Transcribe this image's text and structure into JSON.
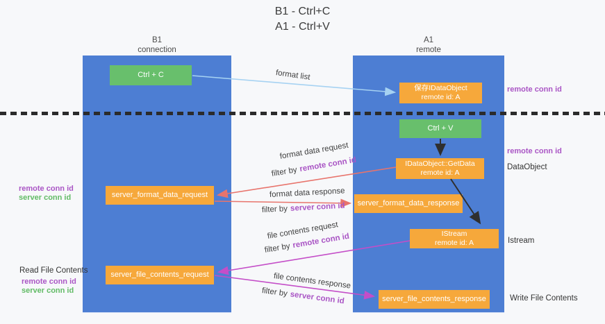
{
  "title": {
    "line1": "B1 - Ctrl+C",
    "line2": "A1 - Ctrl+V"
  },
  "lanes": {
    "left": {
      "name": "B1",
      "role": "connection"
    },
    "right": {
      "name": "A1",
      "role": "remote"
    }
  },
  "nodes": {
    "ctrl_c": {
      "label": "Ctrl + C"
    },
    "save_idataobject": {
      "title": "保存IDataObject",
      "subtitle": "remote id: A"
    },
    "ctrl_v": {
      "label": "Ctrl + V"
    },
    "idataobject_getdata": {
      "title": "IDataObject::GetData",
      "subtitle": "remote id: A"
    },
    "server_format_data_request": {
      "label": "server_format_data_request"
    },
    "server_format_data_response": {
      "label": "server_format_data_response"
    },
    "istream": {
      "title": "IStream",
      "subtitle": "remote id: A"
    },
    "server_file_contents_request": {
      "label": "server_file_contents_request"
    },
    "server_file_contents_response": {
      "label": "server_file_contents_response"
    }
  },
  "edges": {
    "format_list": "format list",
    "format_data_request": "format data request",
    "format_data_response": "format data response",
    "file_contents_request": "file contents request",
    "file_contents_response": "file contents response"
  },
  "strings": {
    "filter_by": "filter by",
    "remote_conn_id": "remote conn id",
    "server_conn_id": "server conn id"
  },
  "annotations": {
    "dataobject": "DataObject",
    "istream": "Istream",
    "read_file_contents": "Read File Contents",
    "write_file_contents": "Write File Contents"
  },
  "colors": {
    "lane_blue": "#4d7ed3",
    "node_green": "#68bf6c",
    "node_orange": "#f6a83b",
    "arrow_light_blue": "#a6d2f2",
    "arrow_red": "#e8746c",
    "arrow_magenta": "#c44ec8",
    "arrow_black": "#2f2f2f",
    "conn_id_purple": "#aa56c5",
    "conn_id_green": "#62bb66"
  }
}
